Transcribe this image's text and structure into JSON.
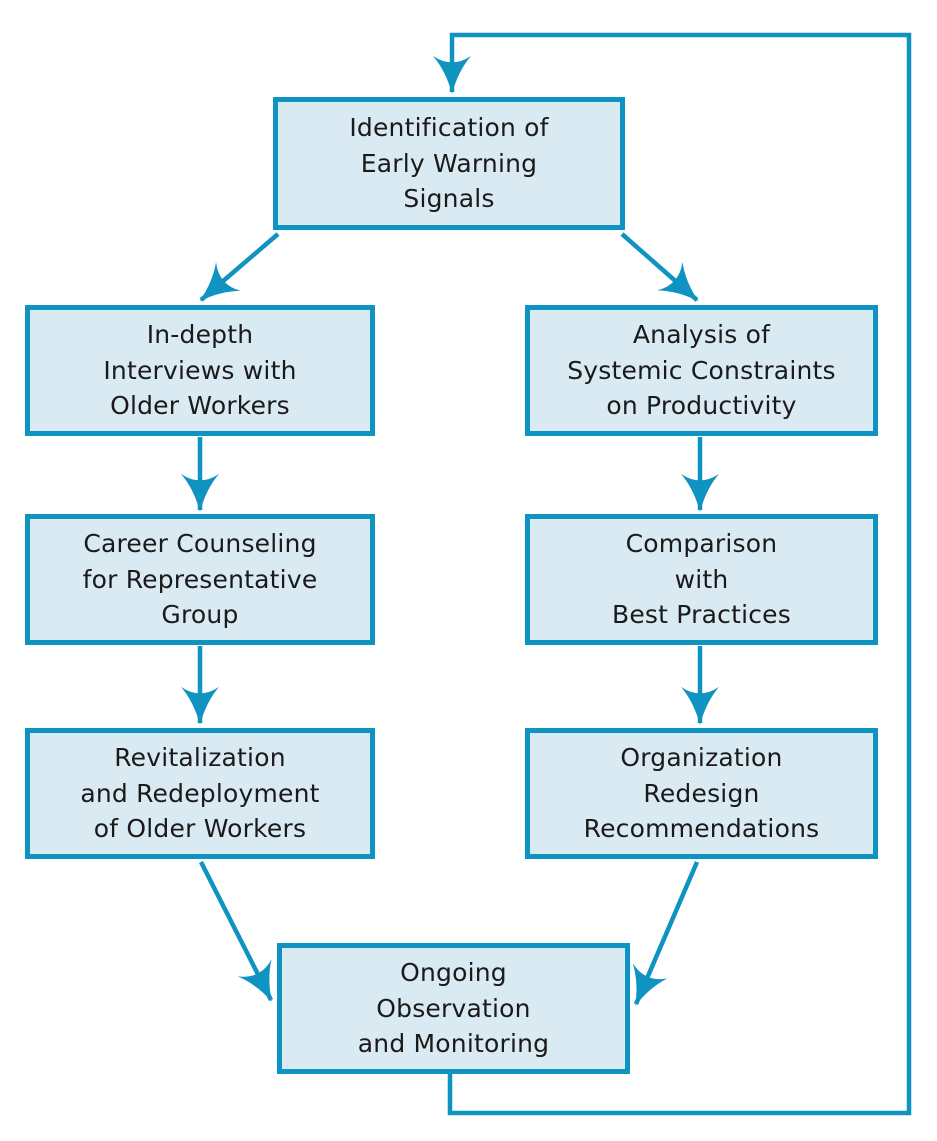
{
  "diagram": {
    "type": "flowchart",
    "colors": {
      "line": "#0f93c0",
      "box_fill": "#d9eaf3",
      "text": "#1a1a1a",
      "background": "#ffffff"
    },
    "nodes": [
      {
        "id": "identification",
        "label": "Identification of\nEarly Warning\nSignals"
      },
      {
        "id": "interviews",
        "label": "In-depth\nInterviews with\nOlder Workers"
      },
      {
        "id": "analysis",
        "label": "Analysis of\nSystemic Constraints\non Productivity"
      },
      {
        "id": "counseling",
        "label": "Career Counseling\nfor Representative\nGroup"
      },
      {
        "id": "comparison",
        "label": "Comparison\nwith\nBest Practices"
      },
      {
        "id": "revitalization",
        "label": "Revitalization\nand Redeployment\nof Older Workers"
      },
      {
        "id": "redesign",
        "label": "Organization\nRedesign\nRecommendations"
      },
      {
        "id": "monitoring",
        "label": "Ongoing\nObservation\nand Monitoring"
      }
    ],
    "edges": [
      {
        "from": "identification",
        "to": "interviews"
      },
      {
        "from": "identification",
        "to": "analysis"
      },
      {
        "from": "interviews",
        "to": "counseling"
      },
      {
        "from": "analysis",
        "to": "comparison"
      },
      {
        "from": "counseling",
        "to": "revitalization"
      },
      {
        "from": "comparison",
        "to": "redesign"
      },
      {
        "from": "revitalization",
        "to": "monitoring"
      },
      {
        "from": "redesign",
        "to": "monitoring"
      },
      {
        "from": "monitoring",
        "to": "identification",
        "note": "feedback loop"
      }
    ]
  }
}
